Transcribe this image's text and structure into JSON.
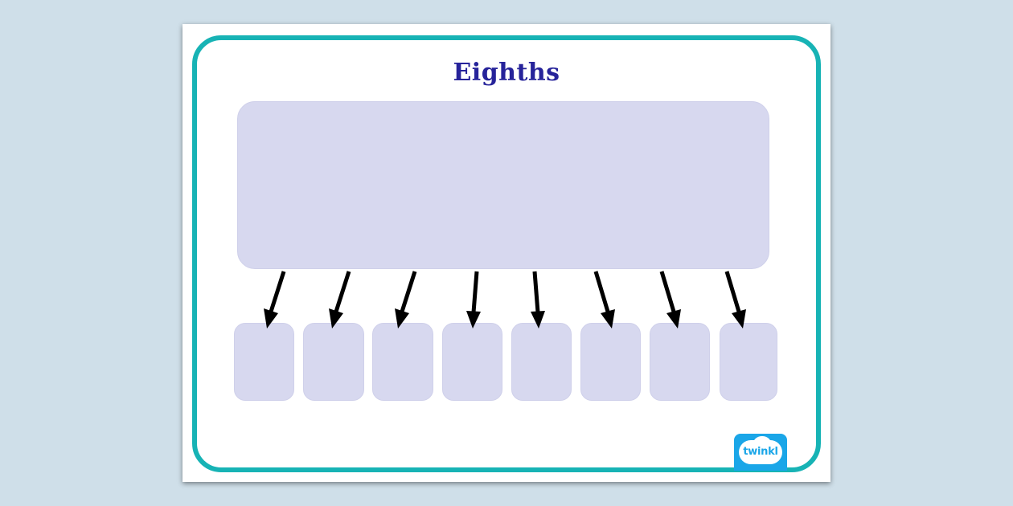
{
  "worksheet": {
    "title": "Eighths",
    "part_count": 8,
    "brand": "twinkl",
    "colors": {
      "background": "#cfdfe9",
      "frame": "#17b3b5",
      "title": "#26239a",
      "box_fill": "#d7d8ef",
      "arrow": "#000000",
      "logo": "#1aa6e8"
    }
  }
}
